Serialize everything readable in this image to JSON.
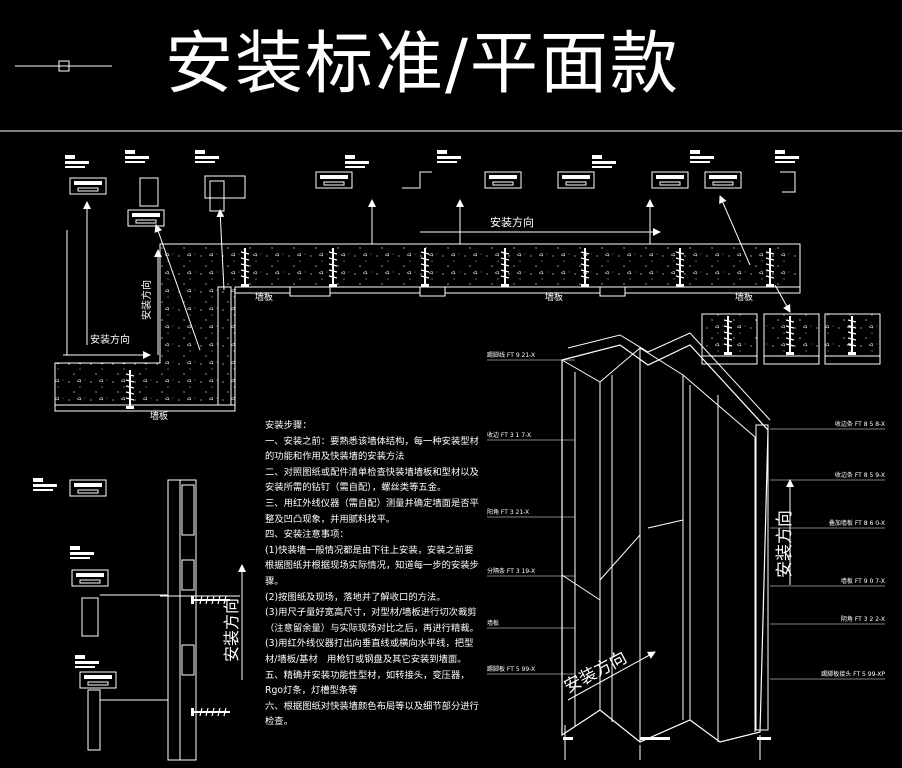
{
  "title": "安装标准/平面款",
  "labels": {
    "direction_top": "安装方向",
    "direction_left_vertical": "安装方向",
    "direction_left_horizontal": "安装方向",
    "direction_elevation": "安装方向",
    "direction_iso_right": "安装方向",
    "direction_iso_bottom": "安装方向",
    "wallboard": "墙板"
  },
  "iso_left_labels": [
    "踢脚线 FT 9 21-X",
    "收边 FT 3 1 7-X",
    "阳角 FT 3 21-X",
    "分隔条 FT 3 19-X",
    "墙板",
    "踢脚板 FT 5 99-X"
  ],
  "iso_right_labels": [
    "收边条 FT 8 5 8-X",
    "收边条 FT 8 5 9-X",
    "叠加墙板 FT 8 6 0-X",
    "墙板 FT 9 0 7-X",
    "阴角 FT 3 2 2-X",
    "踢脚板接头 FT 5 99-XP"
  ],
  "notes": [
    "安装步骤：",
    "一、安装之前：要熟悉该墙体结构，每一种安装型材的功能和作用及快装墙的安装方法",
    "二、对照图纸或配件清单检查快装墙墙板和型材以及安装所需的钻钉（需自配），螺丝类等五金。",
    "三、用红外线仪器（需自配）测量并确定墙面是否平整及凹凸现象，并用腻料找平。",
    "四、安装注意事项：",
    "(1)快装墙一般情况都是由下往上安装，安装之前要根据图纸并根据现场实际情况，知道每一步的安装步骤。",
    "(2)按图纸及现场，落地并了解收口的方法。",
    "(3)用尺子量好宽高尺寸，对型材/墙板进行切次裁剪（注意留余量）与实际现场对比之后，再进行精裁。",
    "(3)用红外线仪器打出向垂直线或横向水平线，把型材/墙板/基材　用枪钉或钢盘及其它安装到墙面。",
    "五、精确并安装功能性型材，如转接头，变压器，Rgo灯条，灯槽型条等",
    "六、根据图纸对快装墙颜色布局等以及细节部分进行检查。"
  ]
}
